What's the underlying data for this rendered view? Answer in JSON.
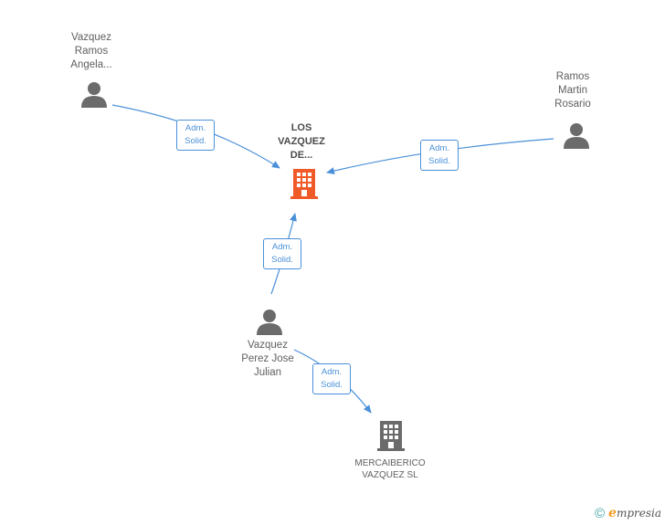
{
  "nodes": {
    "person_top_left": {
      "lines": [
        "Vazquez",
        "Ramos",
        "Angela..."
      ]
    },
    "person_top_right": {
      "lines": [
        "Ramos",
        "Martin",
        "Rosario"
      ]
    },
    "main_company": {
      "lines": [
        "LOS",
        "VAZQUEZ",
        "DE..."
      ]
    },
    "person_bottom": {
      "lines": [
        "Vazquez",
        "Perez Jose",
        "Julian"
      ]
    },
    "company_bottom": {
      "lines": [
        "MERCAIBERICO",
        "VAZQUEZ SL"
      ]
    }
  },
  "edges": {
    "e1": {
      "label1": "Adm.",
      "label2": "Solid."
    },
    "e2": {
      "label1": "Adm.",
      "label2": "Solid."
    },
    "e3": {
      "label1": "Adm.",
      "label2": "Solid."
    },
    "e4": {
      "label1": "Adm.",
      "label2": "Solid."
    }
  },
  "colors": {
    "edge": "#4a90d9",
    "person_icon": "#6b6b6b",
    "main_company_icon": "#f05a28",
    "company_icon": "#6b6b6b"
  },
  "footer": {
    "copyright_symbol": "©",
    "brand_first": "e",
    "brand_rest": "mpresia"
  }
}
